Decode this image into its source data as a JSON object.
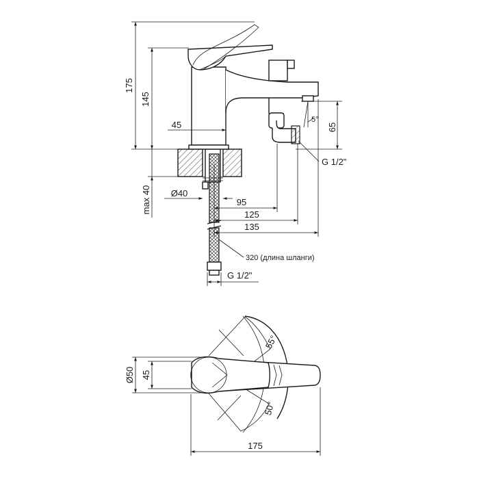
{
  "front_view": {
    "dim_total_height": "175",
    "dim_spout_height": "145",
    "dim_body_width": "45",
    "dim_outlet_height": "65",
    "dim_angle": "5°",
    "dim_thread_outlet": "G 1/2\"",
    "dim_max_thickness": "max 40",
    "dim_hole": "Ø40",
    "dim_95": "95",
    "dim_125": "125",
    "dim_135": "135",
    "hose_length": "320 (длина шланги)",
    "dim_thread_hose": "G 1/2\""
  },
  "top_view": {
    "dim_diameter": "Ø50",
    "dim_width": "45",
    "dim_length": "175",
    "angle_left": "55°",
    "angle_right": "50°"
  },
  "colors": {
    "line": "#1a1a1a",
    "background": "#ffffff"
  }
}
